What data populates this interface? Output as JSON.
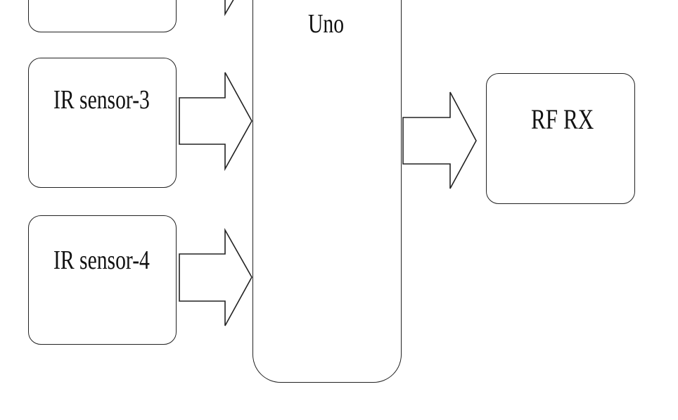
{
  "diagram": {
    "nodes": [
      {
        "id": "sensor-partial",
        "label": ""
      },
      {
        "id": "ir-sensor-3",
        "label": "IR sensor-3"
      },
      {
        "id": "ir-sensor-4",
        "label": "IR sensor-4"
      },
      {
        "id": "arduino-uno",
        "label": "Uno"
      },
      {
        "id": "rf-rx",
        "label": "RF RX"
      }
    ],
    "edges": [
      {
        "from": "sensor-partial",
        "to": "arduino-uno"
      },
      {
        "from": "ir-sensor-3",
        "to": "arduino-uno"
      },
      {
        "from": "ir-sensor-4",
        "to": "arduino-uno"
      },
      {
        "from": "arduino-uno",
        "to": "rf-rx"
      }
    ],
    "colors": {
      "stroke": "#222222",
      "fill": "#ffffff"
    }
  }
}
